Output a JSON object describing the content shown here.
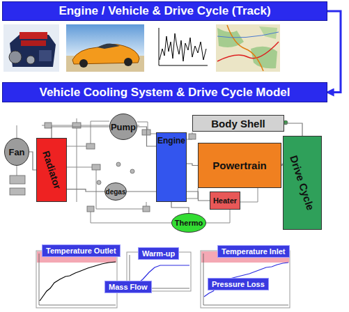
{
  "diagram": {
    "nodes": [
      {
        "text": [
          "Engine / Vehicle & Drive Cycle (Track)"
        ]
      },
      {
        "text": [
          "Vehicle Cooling System & Drive Cycle Model"
        ]
      },
      {
        "text": [
          "Fan"
        ]
      },
      {
        "text": [
          "Radiator"
        ]
      },
      {
        "text": [
          "Pump"
        ]
      },
      {
        "text": [
          "degas"
        ]
      },
      {
        "text": [
          "Engine"
        ]
      },
      {
        "text": [
          "Body Shell"
        ]
      },
      {
        "text": [
          "Powertrain"
        ]
      },
      {
        "text": [
          "Heater"
        ]
      },
      {
        "text": [
          "Thermo"
        ]
      },
      {
        "text": [
          "Drive Cycle"
        ]
      },
      {
        "text": [
          "Temperature Outlet"
        ]
      },
      {
        "text": [
          "Warm-up"
        ]
      },
      {
        "text": [
          "Mass Flow"
        ]
      },
      {
        "text": [
          "Temperature Inlet"
        ]
      },
      {
        "text": [
          "Pressure Loss"
        ]
      }
    ],
    "edges": [
      {
        "from": 0,
        "to": 1,
        "arrow": "to"
      },
      {
        "from": 2,
        "to": 3,
        "arrow": "none"
      },
      {
        "from": 3,
        "to": 4,
        "arrow": "none"
      },
      {
        "from": 3,
        "to": 5,
        "arrow": "none"
      },
      {
        "from": 4,
        "to": 6,
        "arrow": "none"
      },
      {
        "from": 5,
        "to": 6,
        "arrow": "none"
      },
      {
        "from": 6,
        "to": 8,
        "arrow": "none"
      },
      {
        "from": 8,
        "to": 11,
        "arrow": "none"
      },
      {
        "from": 7,
        "to": 11,
        "arrow": "none"
      },
      {
        "from": 6,
        "to": 9,
        "arrow": "none"
      },
      {
        "from": 6,
        "to": 10,
        "arrow": "none"
      }
    ]
  }
}
